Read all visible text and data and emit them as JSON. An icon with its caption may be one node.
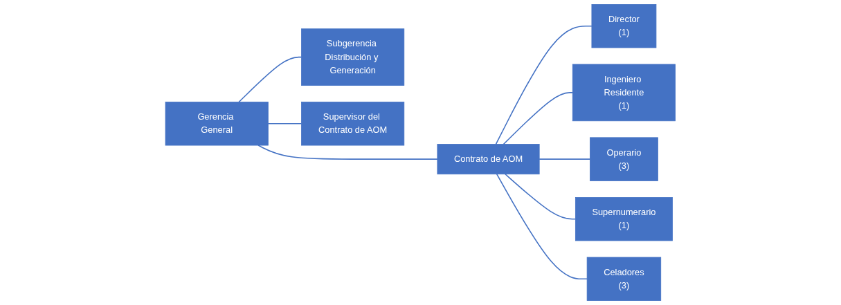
{
  "diagram": {
    "nodes": [
      {
        "text": [
          "Gerencia General"
        ]
      },
      {
        "text": [
          "Subgerencia Distribución y Generación"
        ]
      },
      {
        "text": [
          "Supervisor del Contrato de AOM"
        ]
      },
      {
        "text": [
          "Contrato de AOM"
        ]
      },
      {
        "text": [
          "Director",
          "(1)"
        ]
      },
      {
        "text": [
          "Ingeniero Residente",
          "(1)"
        ]
      },
      {
        "text": [
          "Operario",
          "(3)"
        ]
      },
      {
        "text": [
          "Supernumerario",
          "(1)"
        ]
      },
      {
        "text": [
          "Celadores",
          "(3)"
        ]
      }
    ],
    "edges": [
      {
        "from": 0,
        "to": 1,
        "arrow": "none"
      },
      {
        "from": 0,
        "to": 2,
        "arrow": "none"
      },
      {
        "from": 0,
        "to": 3,
        "arrow": "none"
      },
      {
        "from": 3,
        "to": 4,
        "arrow": "none"
      },
      {
        "from": 3,
        "to": 5,
        "arrow": "none"
      },
      {
        "from": 3,
        "to": 6,
        "arrow": "none"
      },
      {
        "from": 3,
        "to": 7,
        "arrow": "none"
      },
      {
        "from": 3,
        "to": 8,
        "arrow": "none"
      }
    ]
  }
}
